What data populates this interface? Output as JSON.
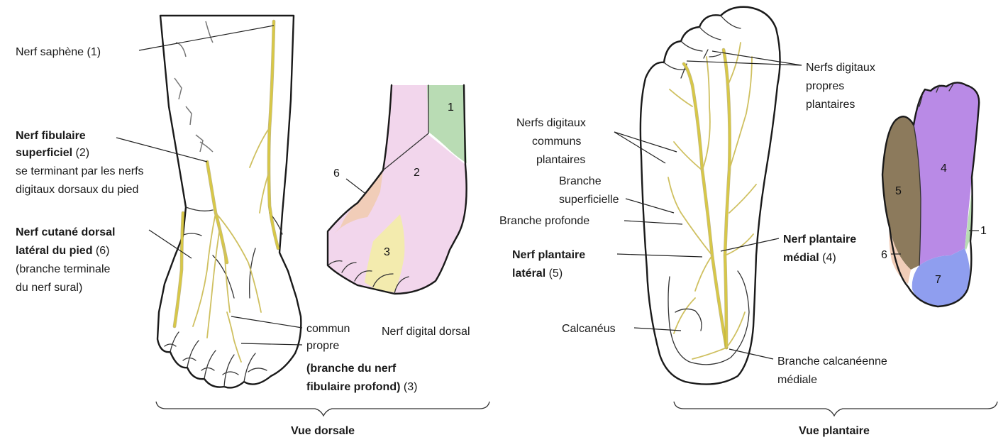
{
  "dorsal": {
    "view_title": "Vue dorsale",
    "labels": {
      "saphene": "Nerf saphène (1)",
      "fibulaire_sup_1": "Nerf fibulaire",
      "fibulaire_sup_2": "superficiel",
      "fibulaire_sup_2_num": "(2)",
      "fibulaire_sup_3": "se terminant par les nerfs",
      "fibulaire_sup_4": "digitaux dorsaux du pied",
      "cutane_1": "Nerf cutané dorsal",
      "cutane_2": "latéral du pied",
      "cutane_2_num": "(6)",
      "cutane_3": "(branche terminale",
      "cutane_4": "du nerf sural)",
      "commun": "commun",
      "propre": "propre",
      "digital_dorsal": "Nerf digital dorsal",
      "branche_1": "(branche du nerf",
      "branche_2": "fibulaire profond)",
      "branche_2_num": "(3)"
    },
    "zones": [
      "1",
      "2",
      "3",
      "6"
    ]
  },
  "plantar": {
    "view_title": "Vue plantaire",
    "labels": {
      "digitaux_propres_1": "Nerfs digitaux",
      "digitaux_propres_2": "propres",
      "digitaux_propres_3": "plantaires",
      "digitaux_communs_1": "Nerfs digitaux",
      "digitaux_communs_2": "communs",
      "digitaux_communs_3": "plantaires",
      "superficielle_1": "Branche",
      "superficielle_2": "superficielle",
      "profonde": "Branche profonde",
      "lateral_1": "Nerf plantaire",
      "lateral_2": "latéral",
      "lateral_2_num": "(5)",
      "medial_1": "Nerf plantaire",
      "medial_2": "médial",
      "medial_2_num": "(4)",
      "calcaneus": "Calcanéus",
      "calcaneenne_1": "Branche calcanéenne",
      "calcaneenne_2": "médiale"
    },
    "zones": [
      "4",
      "5",
      "1",
      "6",
      "7"
    ]
  },
  "colors": {
    "nerve": "#d8c846",
    "zone_1": "#b9dcb4",
    "zone_2": "#f2d6ec",
    "zone_3": "#f3ebae",
    "zone_6": "#f1cdb8",
    "zone_4": "#b98ae6",
    "zone_5": "#8c7a5c",
    "zone_7": "#8f9eef"
  }
}
